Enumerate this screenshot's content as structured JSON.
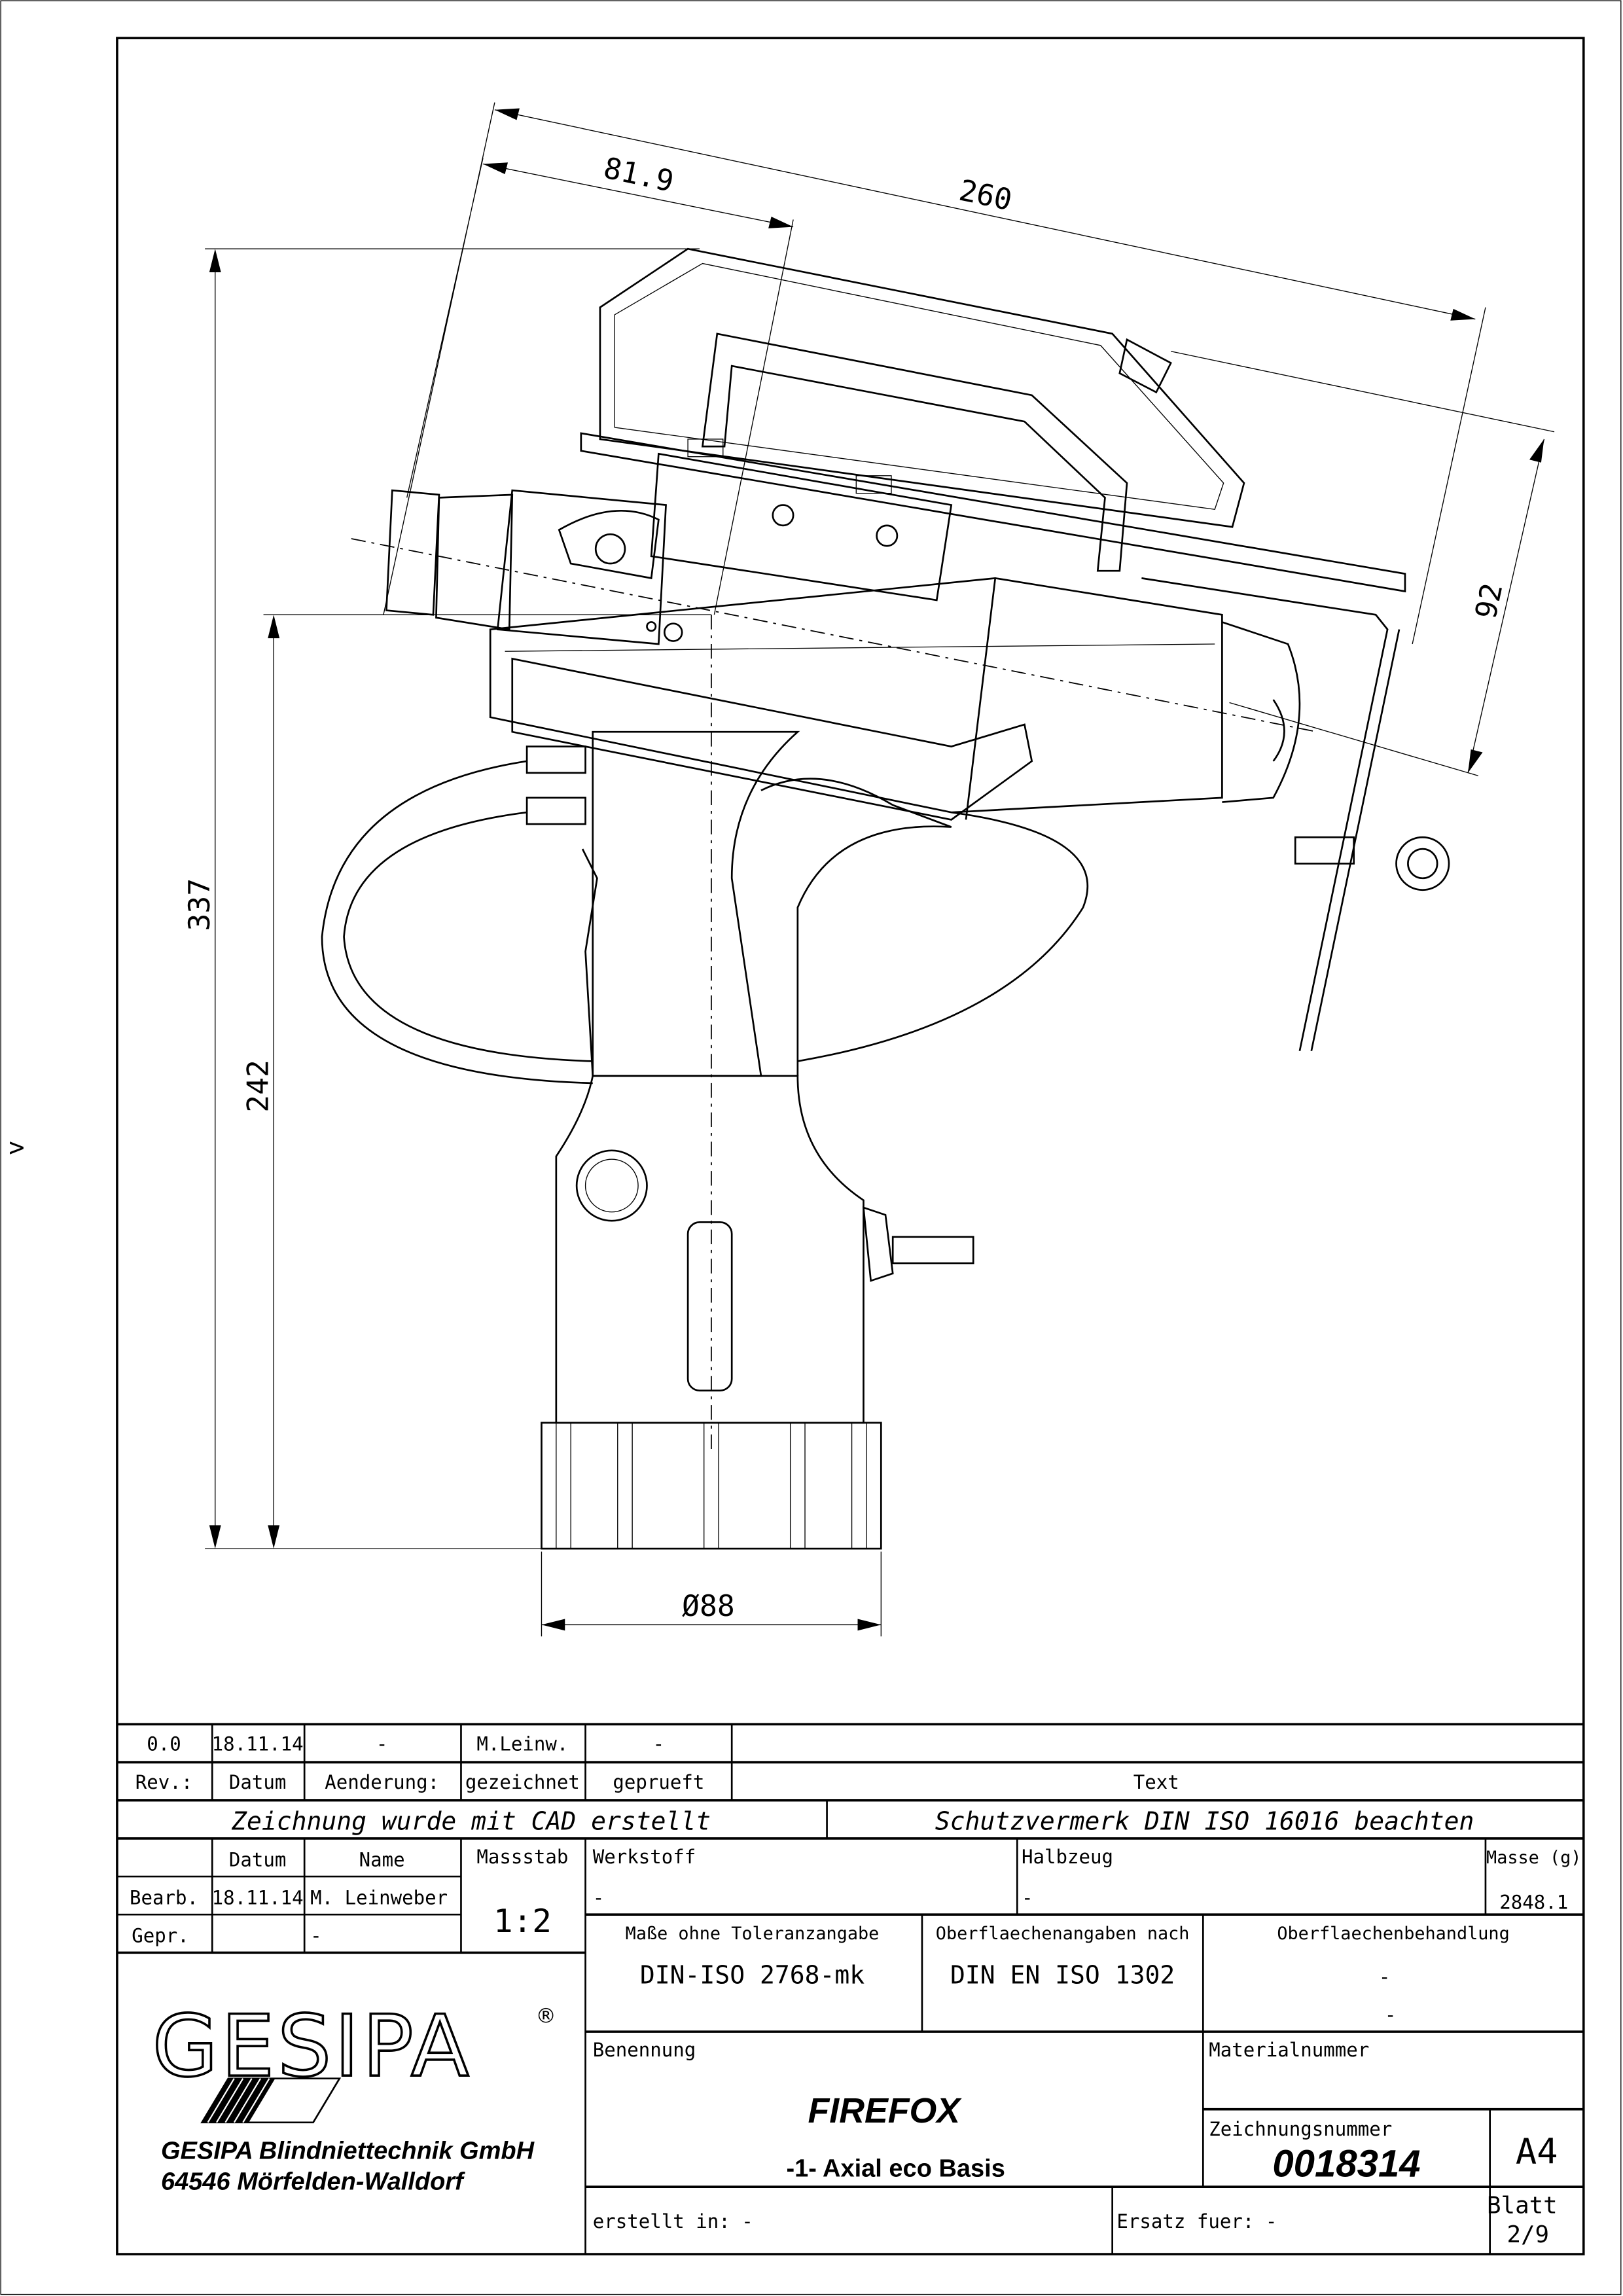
{
  "dimensions": {
    "d81_9": "81.9",
    "d260": "260",
    "d92": "92",
    "d337": "337",
    "d242": "242",
    "d88": "Ø88"
  },
  "logo": {
    "text": "GESIPA",
    "registered": "®",
    "brand": "GESIPA"
  },
  "revision": {
    "rev": "0.0",
    "datum": "18.11.14",
    "aenderung": "-",
    "gezeichnet": "M.Leinw.",
    "geprueft": "-",
    "text": ""
  },
  "revision_headers": {
    "rev": "Rev.:",
    "datum": "Datum",
    "aenderung": "Aenderung:",
    "gezeichnet": "gezeichnet",
    "geprueft": "geprueft",
    "text": "Text"
  },
  "notes": {
    "cad": "Zeichnung wurde mit CAD erstellt",
    "schutz": "Schutzvermerk DIN ISO 16016 beachten"
  },
  "approval": {
    "datum_label": "Datum",
    "name_label": "Name",
    "massstab_label": "Massstab",
    "massstab": "1:2",
    "bearb_label": "Bearb.",
    "bearb_datum": "18.11.14",
    "bearb_name": "M. Leinweber",
    "gepr_label": "Gepr.",
    "gepr_name": "-"
  },
  "material": {
    "werkstoff_label": "Werkstoff",
    "werkstoff": "-",
    "halbzeug_label": "Halbzeug",
    "halbzeug": "-",
    "masse_label": "Masse (g)",
    "masse": "2848.1"
  },
  "tolerances": {
    "masse_label": "Maße ohne Toleranzangabe",
    "masse_value": "DIN-ISO 2768-mk",
    "oberfl_label": "Oberflaechenangaben nach",
    "oberfl_value": "DIN EN ISO 1302",
    "behandlung_label": "Oberflaechenbehandlung",
    "behandlung_1": "-",
    "behandlung_2": "-"
  },
  "company": {
    "name": "GESIPA Blindniettechnik GmbH",
    "address": "64546 Mörfelden-Walldorf"
  },
  "title": {
    "benennung_label": "Benennung",
    "name": "FIREFOX",
    "subtitle": "-1- Axial eco Basis",
    "materialnummer_label": "Materialnummer",
    "zeichnungsnummer_label": "Zeichnungsnummer",
    "zeichnungsnummer": "0018314",
    "format": "A4",
    "blatt_label": "Blatt",
    "blatt": "2/9"
  },
  "footer": {
    "erstellt": "erstellt in: -",
    "ersatz": "Ersatz fuer: -"
  },
  "margin_mark": ">"
}
